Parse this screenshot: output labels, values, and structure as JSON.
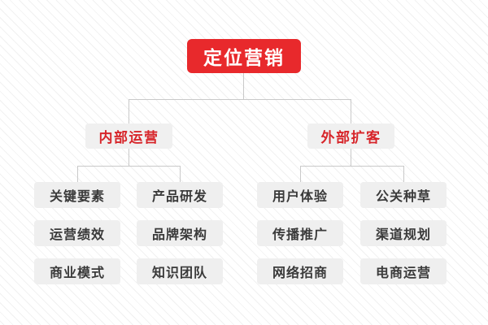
{
  "diagram": {
    "title": "定位营销",
    "type": "org-tree",
    "colors": {
      "root_fill": "#e8292c",
      "root_text": "#ffffff",
      "branch_fill": "#f0f0f0",
      "branch_text": "#d7252a",
      "leaf_fill": "#efefef",
      "leaf_text": "#3a3a3a",
      "connector": "#c9c9c9",
      "background": "#fdfdfd"
    },
    "root": {
      "label": "定位营销"
    },
    "branches": [
      {
        "label": "内部运营",
        "leaves": [
          "关键要素",
          "产品研发",
          "运营绩效",
          "品牌架构",
          "商业模式",
          "知识团队"
        ]
      },
      {
        "label": "外部扩客",
        "leaves": [
          "用户体验",
          "公关种草",
          "传播推广",
          "渠道规划",
          "网络招商",
          "电商运营"
        ]
      }
    ]
  }
}
